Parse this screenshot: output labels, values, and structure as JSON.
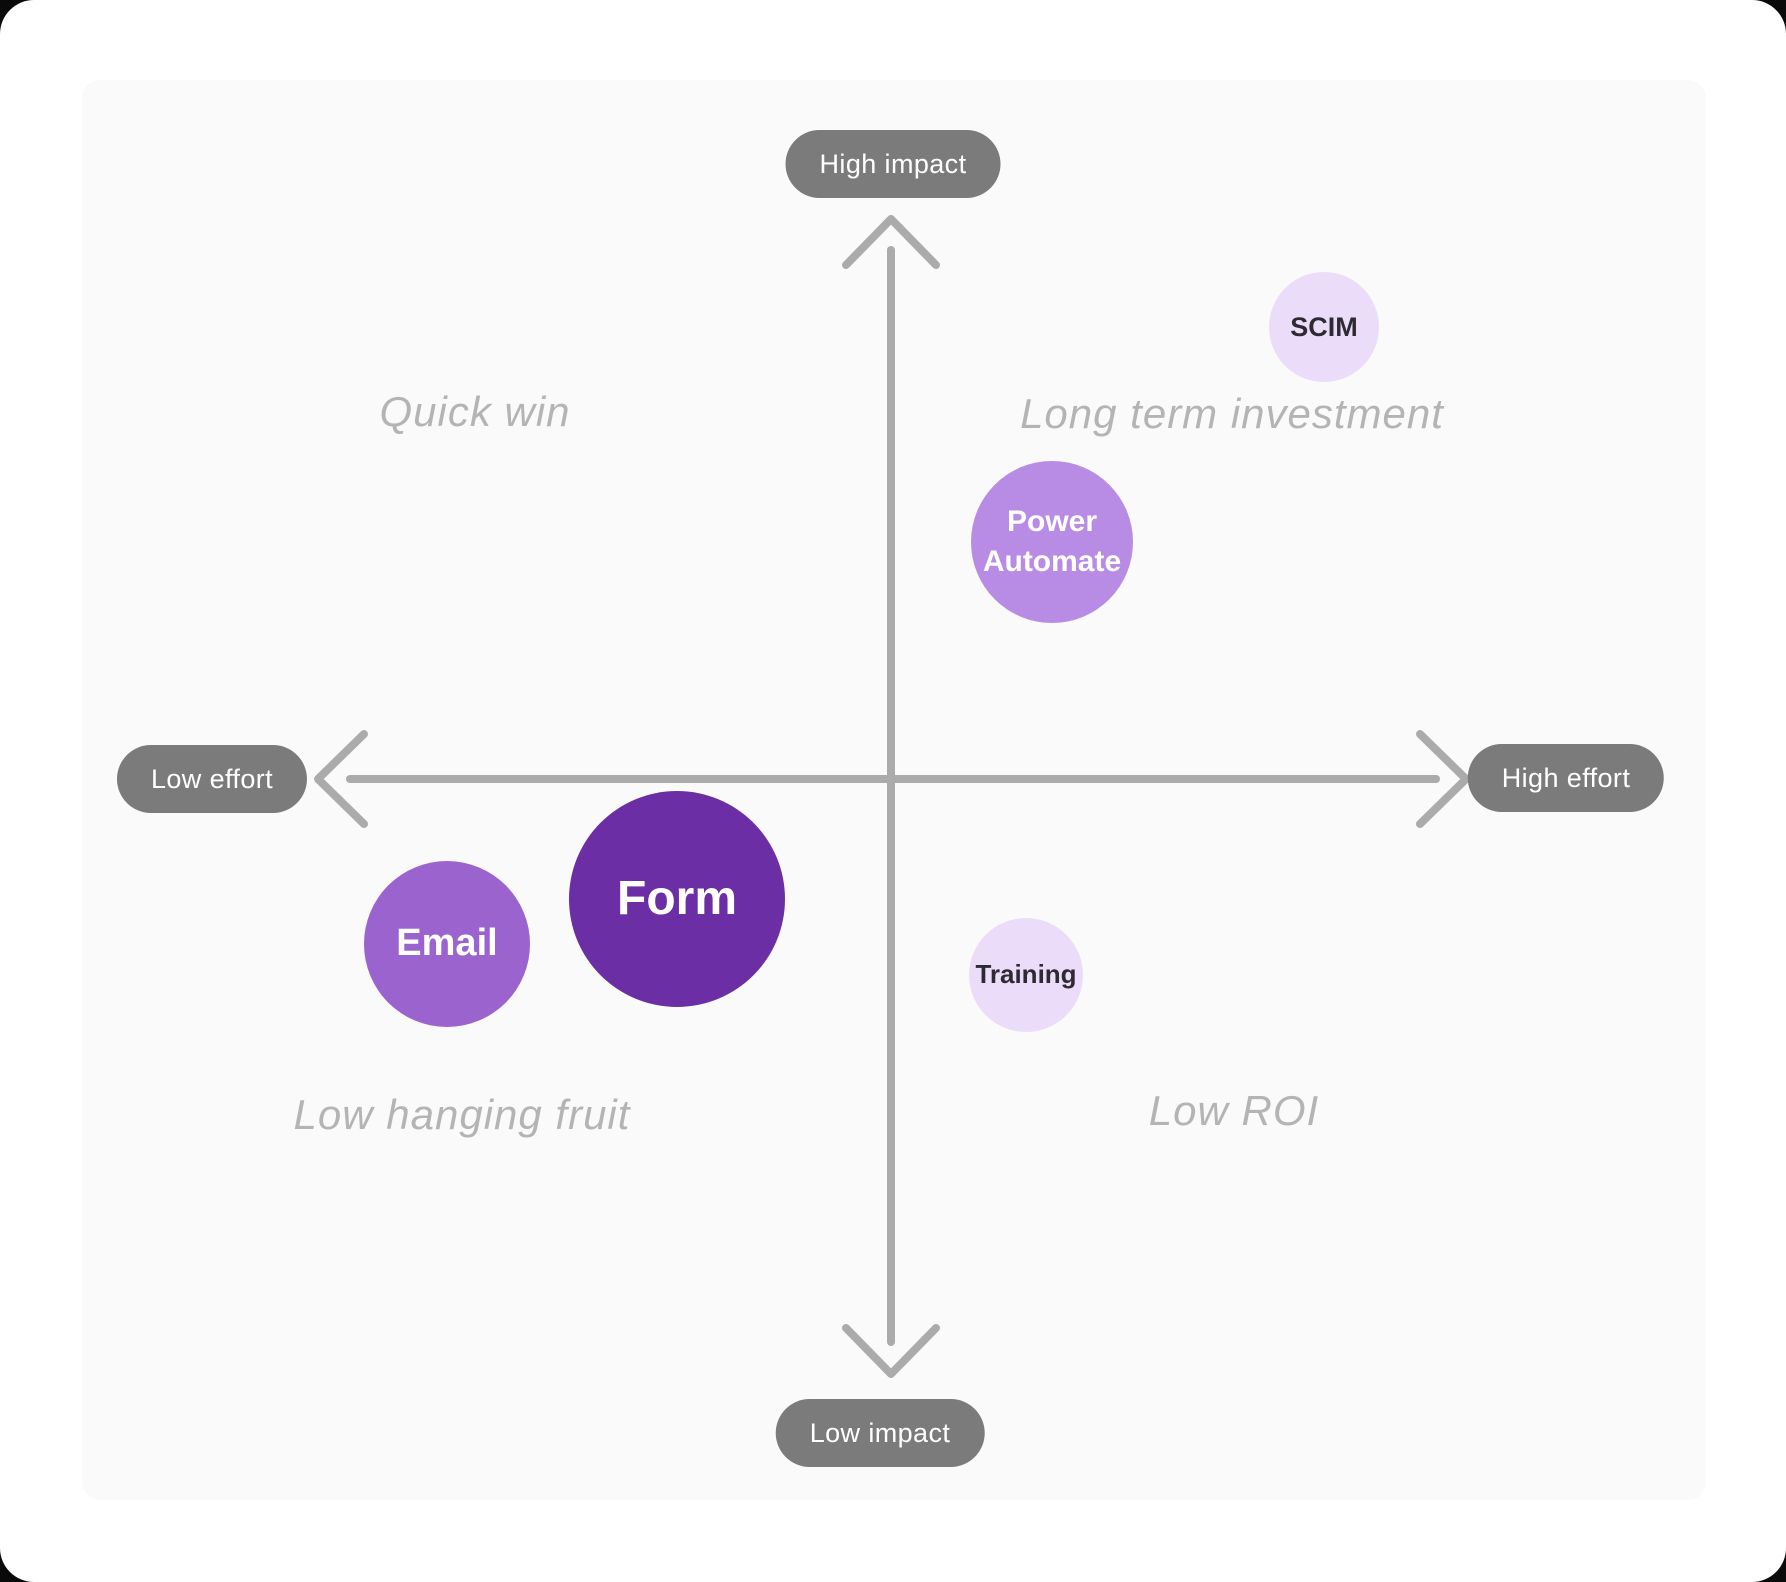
{
  "colors": {
    "card_bg": "#FFFFFF",
    "panel_bg": "#FAFAFA",
    "axis": "#ABABAB",
    "pill_bg": "#7B7B7B",
    "pill_text": "#FFFFFF",
    "quadrant_text": "#B4B4B4"
  },
  "axis_pills": {
    "top": "High impact",
    "bottom": "Low impact",
    "left": "Low effort",
    "right": "High effort"
  },
  "quadrants": {
    "top_left": "Quick win",
    "top_right": "Long term investment",
    "bottom_left": "Low hanging fruit",
    "bottom_right": "Low ROI"
  },
  "bubbles": [
    {
      "label": "SCIM",
      "color": "#EBDDF9",
      "text_color": "#2E2A33"
    },
    {
      "label": "Power Automate",
      "color": "#B88CE5",
      "text_color": "#FFFFFF"
    },
    {
      "label": "Form",
      "color": "#6C2EA4",
      "text_color": "#FFFFFF"
    },
    {
      "label": "Email",
      "color": "#9B63CE",
      "text_color": "#FFFFFF"
    },
    {
      "label": "Training",
      "color": "#EBDDF9",
      "text_color": "#2E2A33"
    }
  ],
  "chart_data": {
    "type": "scatter",
    "variant": "2x2-priority-bubble-matrix",
    "x_axis": {
      "low_label": "Low effort",
      "high_label": "High effort",
      "range": [
        -1,
        1
      ]
    },
    "y_axis": {
      "low_label": "Low impact",
      "high_label": "High impact",
      "range": [
        -1,
        1
      ]
    },
    "quadrant_labels": {
      "top_left": "Quick win",
      "top_right": "Long term investment",
      "bottom_left": "Low hanging fruit",
      "bottom_right": "Low ROI"
    },
    "points": [
      {
        "name": "SCIM",
        "effort": 0.75,
        "impact": 0.81,
        "bubble_radius_px": 55
      },
      {
        "name": "Power Automate",
        "effort": 0.28,
        "impact": 0.42,
        "bubble_radius_px": 81
      },
      {
        "name": "Form",
        "effort": -0.37,
        "impact": -0.2,
        "bubble_radius_px": 108
      },
      {
        "name": "Email",
        "effort": -0.77,
        "impact": -0.28,
        "bubble_radius_px": 83
      },
      {
        "name": "Training",
        "effort": 0.23,
        "impact": -0.33,
        "bubble_radius_px": 57
      }
    ],
    "grid": false,
    "legend": false
  }
}
